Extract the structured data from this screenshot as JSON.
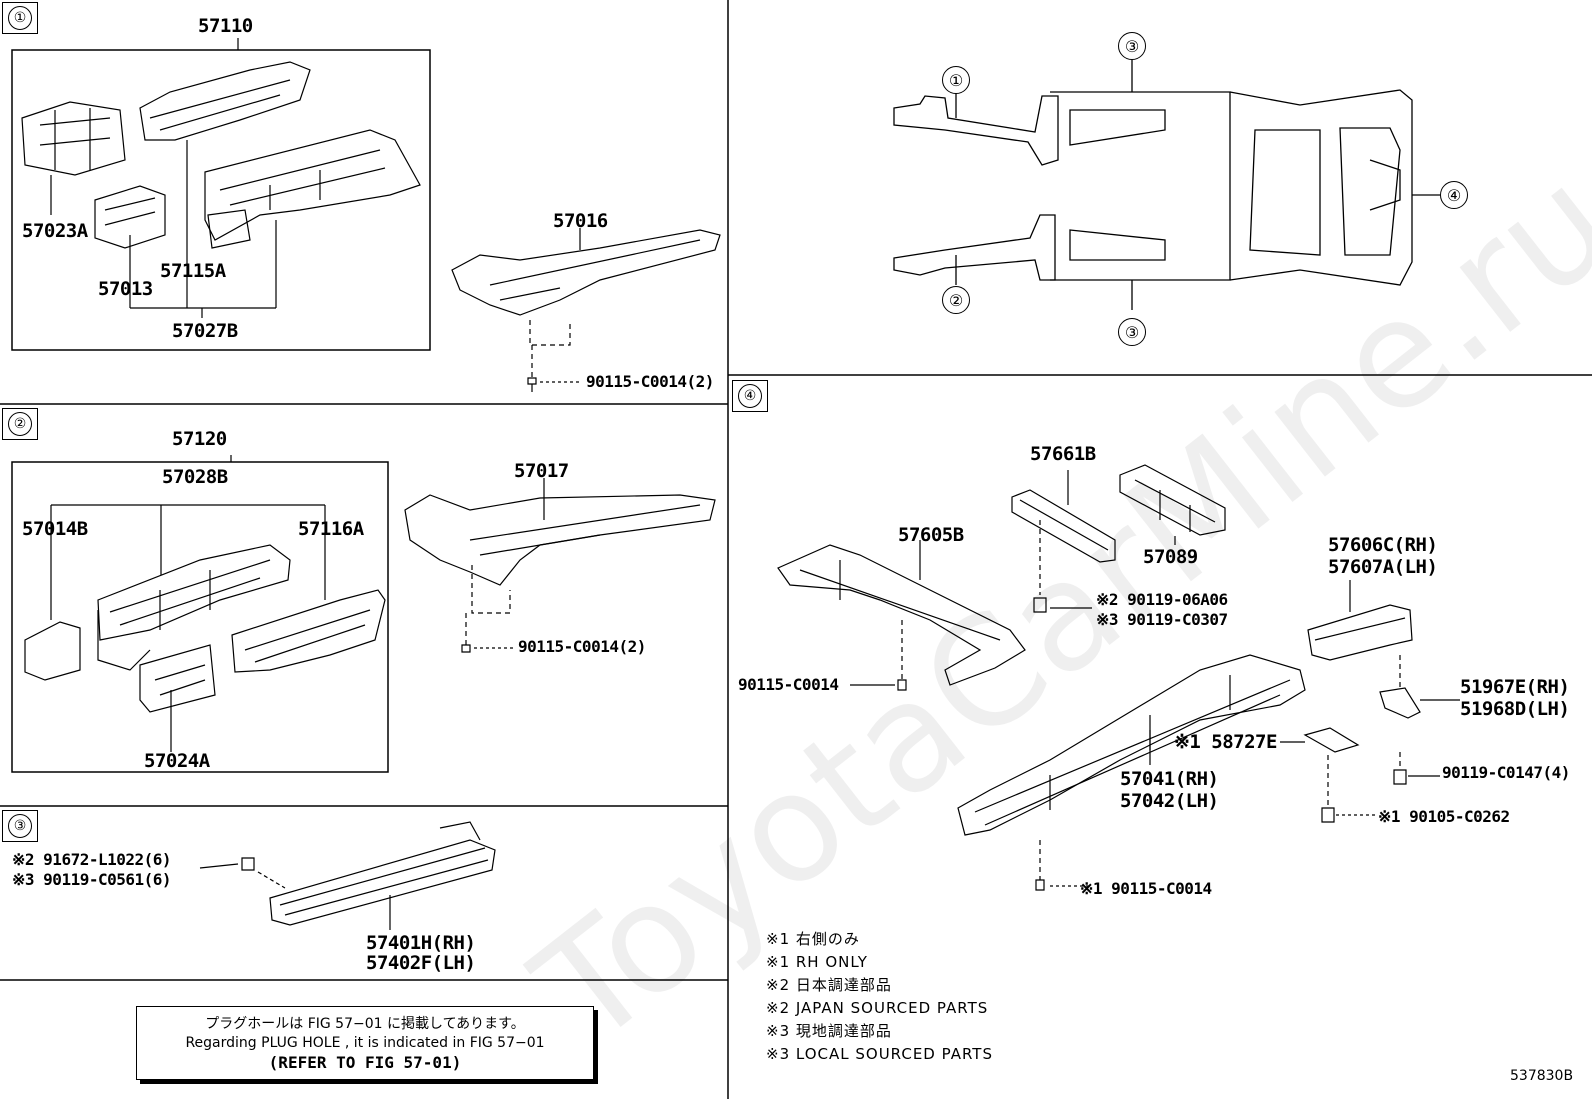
{
  "sections": {
    "s1": {
      "tag": "①"
    },
    "s2": {
      "tag": "②"
    },
    "s3": {
      "tag": "③"
    },
    "s4": {
      "tag": "④"
    }
  },
  "overview": {
    "tags": [
      "①",
      "②",
      "③",
      "③",
      "④"
    ]
  },
  "parts": {
    "p57110": "57110",
    "p57023A": "57023A",
    "p57115A": "57115A",
    "p57013": "57013",
    "p57027B": "57027B",
    "p57016": "57016",
    "p90115_2a": "90115-C0014(2)",
    "p57120": "57120",
    "p57028B": "57028B",
    "p57014B": "57014B",
    "p57116A": "57116A",
    "p57024A": "57024A",
    "p57017": "57017",
    "p90115_2b": "90115-C0014(2)",
    "p91672": "※2 91672-L1022(6)",
    "p90119_c0561": "※3 90119-C0561(6)",
    "p57401H": "57401H(RH)",
    "p57402F": "57402F(LH)",
    "p57661B": "57661B",
    "p57089": "57089",
    "p57605B": "57605B",
    "p90119_06A06": "※2 90119-06A06",
    "p90119_C0307": "※3 90119-C0307",
    "p90115_c": "90115-C0014",
    "p57606C": "57606C(RH)",
    "p57607A": "57607A(LH)",
    "p51967E": "51967E(RH)",
    "p51968D": "51968D(LH)",
    "p58727E": "※1 58727E",
    "p57041": "57041(RH)",
    "p57042": "57042(LH)",
    "p90119_C0147": "90119-C0147(4)",
    "p90105_C0262": "※1 90105-C0262",
    "p90115_d": "※1 90115-C0014"
  },
  "notes": [
    "※1 右側のみ",
    "※1 RH ONLY",
    "※2 日本調達部品",
    "※2 JAPAN SOURCED PARTS",
    "※3 現地調達部品",
    "※3 LOCAL SOURCED PARTS"
  ],
  "reference": {
    "line1": "プラグホールは FIG  57−01 に掲載してあります。",
    "line2": "Regarding  PLUG  HOLE , it is indicated in  FIG  57−01",
    "line3": "(REFER TO FIG 57-01)"
  },
  "doc_number": "537830B",
  "watermark": "ToyotaCarMine.ru"
}
